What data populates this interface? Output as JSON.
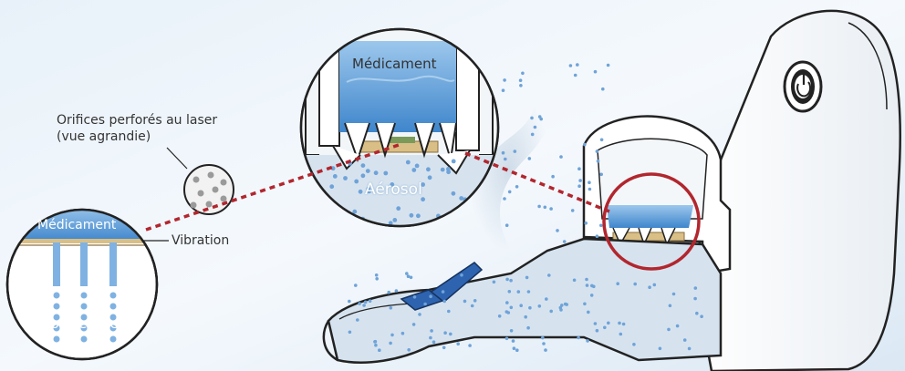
{
  "labels": {
    "medicament_top": "Médicament",
    "aerosol": "Aérosol",
    "orifices_line1": "Orifices perforés au laser",
    "orifices_line2": "(vue agrandie)",
    "vibration": "Vibration",
    "medicament_left": "Médicament",
    "gouttelettes": "Gouttelettes"
  },
  "colors": {
    "background": "#eaf2fa",
    "medication_blue": "#5b9bd5",
    "aerosol_dots": "#6fa3d8",
    "membrane_tan": "#d9bf86",
    "membrane_green": "#7a9a5a",
    "dotted_connector": "#b2262e",
    "highlight_ring": "#b2262e",
    "device_outline": "#222222",
    "mouthpiece_accent": "#2e63b0"
  },
  "icons": {
    "power_button": "power-icon"
  }
}
